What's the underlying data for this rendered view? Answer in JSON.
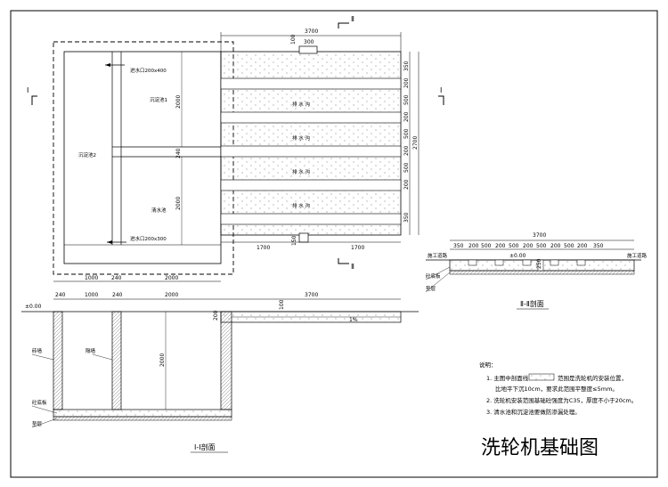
{
  "title": "洗轮机基础图",
  "plan": {
    "section_mark_roman": "Ⅰ",
    "section_mark_roman_2": "Ⅱ",
    "tank_1": "沉淀池1",
    "tank_2": "沉淀池2",
    "tank_clear": "清水池",
    "inlet_top": "进水口200x400",
    "inlet_bottom": "进水口200x300",
    "drain_label": "排 水 沟",
    "dim_top_total": "3700",
    "dim_notch_w": "300",
    "dim_notch_d": "100",
    "dim_bottom_left": "1700",
    "dim_bottom_right": "1700",
    "dim_bottom_notch_d": "150",
    "dim_left_2000_a": "2000",
    "dim_left_240": "240",
    "dim_left_2000_b": "2000",
    "dim_right_total": "2700",
    "right_dims": [
      "350",
      "200",
      "500",
      "200",
      "500",
      "200",
      "500",
      "200",
      "350"
    ],
    "bottom_dims": [
      "1000",
      "240",
      "2000"
    ]
  },
  "section_1": {
    "caption": "Ⅰ-Ⅰ剖面",
    "dims_top": [
      "240",
      "1000",
      "240",
      "2000",
      "3700"
    ],
    "level": "±0.00",
    "depth": "2000",
    "slab_100": "100",
    "slab_200": "200",
    "slope": "1%",
    "labels": [
      "砖墙",
      "隔墙",
      "砼底板",
      "垫层"
    ]
  },
  "section_2": {
    "caption": "Ⅱ-Ⅱ剖面",
    "total": "3700",
    "dims": [
      "350",
      "200",
      "500",
      "200",
      "500",
      "200",
      "500",
      "200",
      "500",
      "200",
      "350"
    ],
    "level": "±0.00",
    "labels_left": [
      "施工道路",
      "砼底板",
      "垫层"
    ],
    "label_right": "施工道路",
    "depth": "250"
  },
  "notes": {
    "heading": "说明：",
    "lines": [
      "1. 主图中剖面线",
      "范围是洗轮机的安装位置，",
      "比地平下沉10cm，要求此范围平整度≤5mm。",
      "2. 洗轮机安装范围基础砼强度为C35，厚度不小于20cm。",
      "3. 清水池和沉淀池要做防渗漏处理。"
    ]
  },
  "colors": {
    "line": "#000000",
    "hatch": "#555555",
    "background": "#ffffff"
  }
}
